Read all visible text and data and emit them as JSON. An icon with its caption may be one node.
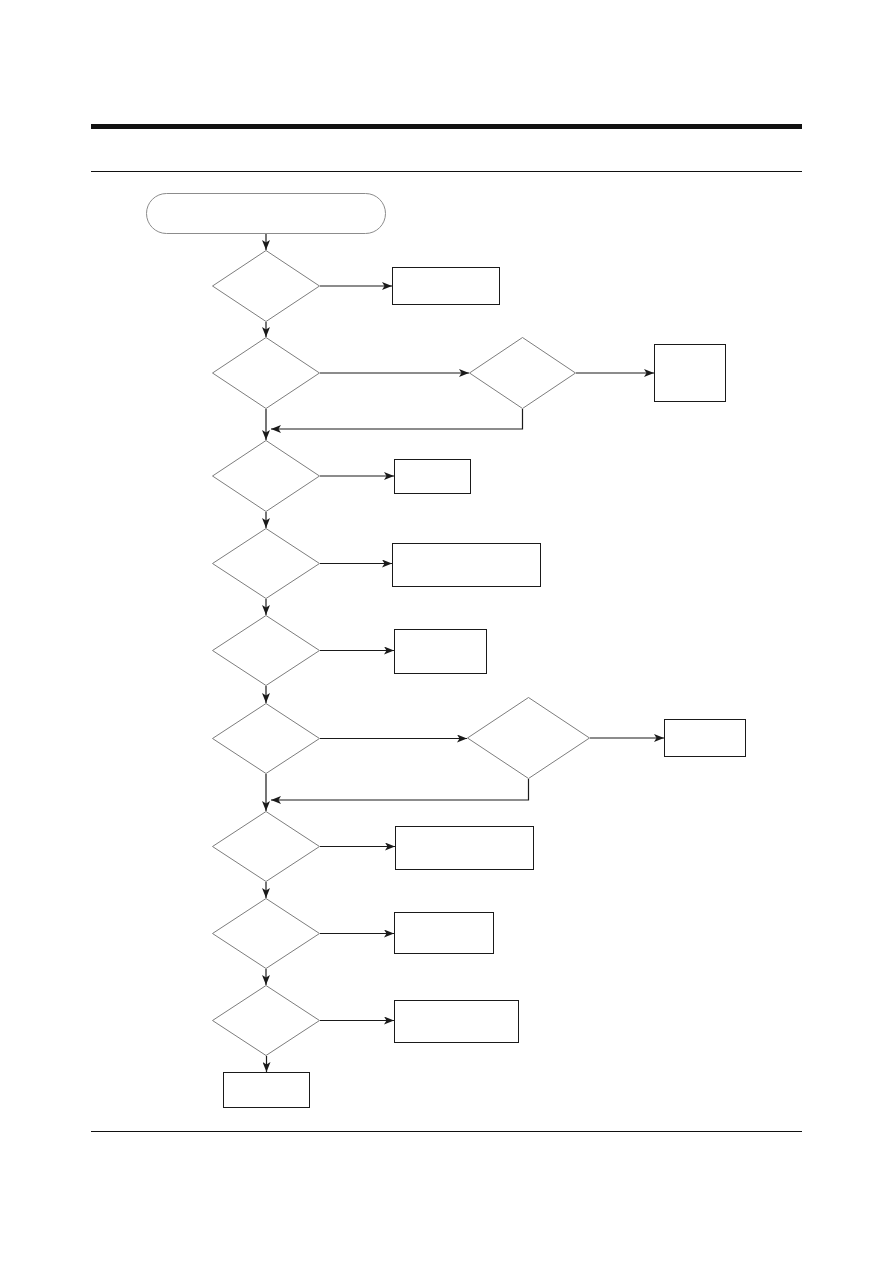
{
  "diagram": {
    "nodes": [
      {
        "text": [],
        "shape": "pill"
      },
      {
        "text": [],
        "shape": "diamond"
      },
      {
        "text": [],
        "shape": "box"
      },
      {
        "text": [],
        "shape": "diamond"
      },
      {
        "text": [],
        "shape": "diamond"
      },
      {
        "text": [],
        "shape": "box"
      },
      {
        "text": [],
        "shape": "diamond"
      },
      {
        "text": [],
        "shape": "box"
      },
      {
        "text": [],
        "shape": "diamond"
      },
      {
        "text": [],
        "shape": "box"
      },
      {
        "text": [],
        "shape": "diamond"
      },
      {
        "text": [],
        "shape": "box"
      },
      {
        "text": [],
        "shape": "diamond"
      },
      {
        "text": [],
        "shape": "diamond"
      },
      {
        "text": [],
        "shape": "box"
      },
      {
        "text": [],
        "shape": "diamond"
      },
      {
        "text": [],
        "shape": "box"
      },
      {
        "text": [],
        "shape": "diamond"
      },
      {
        "text": [],
        "shape": "box"
      },
      {
        "text": [],
        "shape": "diamond"
      },
      {
        "text": [],
        "shape": "box"
      },
      {
        "text": [],
        "shape": "box"
      }
    ],
    "edges": [
      {
        "from": 0,
        "to": 1,
        "arrow": "to"
      },
      {
        "from": 1,
        "to": 2,
        "arrow": "to"
      },
      {
        "from": 1,
        "to": 3,
        "arrow": "to"
      },
      {
        "from": 3,
        "to": 4,
        "arrow": "to"
      },
      {
        "from": 4,
        "to": 5,
        "arrow": "to"
      },
      {
        "from": 3,
        "to": 6,
        "arrow": "to"
      },
      {
        "from": 4,
        "to": 6,
        "arrow": "to"
      },
      {
        "from": 6,
        "to": 7,
        "arrow": "to"
      },
      {
        "from": 6,
        "to": 8,
        "arrow": "to"
      },
      {
        "from": 8,
        "to": 9,
        "arrow": "to"
      },
      {
        "from": 8,
        "to": 10,
        "arrow": "to"
      },
      {
        "from": 10,
        "to": 11,
        "arrow": "to"
      },
      {
        "from": 10,
        "to": 12,
        "arrow": "to"
      },
      {
        "from": 12,
        "to": 13,
        "arrow": "to"
      },
      {
        "from": 13,
        "to": 14,
        "arrow": "to"
      },
      {
        "from": 12,
        "to": 15,
        "arrow": "to"
      },
      {
        "from": 13,
        "to": 15,
        "arrow": "to"
      },
      {
        "from": 15,
        "to": 16,
        "arrow": "to"
      },
      {
        "from": 15,
        "to": 17,
        "arrow": "to"
      },
      {
        "from": 17,
        "to": 18,
        "arrow": "to"
      },
      {
        "from": 17,
        "to": 19,
        "arrow": "to"
      },
      {
        "from": 19,
        "to": 20,
        "arrow": "to"
      },
      {
        "from": 19,
        "to": 21,
        "arrow": "to"
      }
    ]
  }
}
